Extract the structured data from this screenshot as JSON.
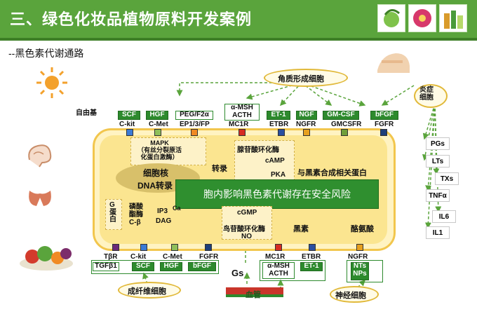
{
  "header": {
    "title": "三、绿色化妆品植物原料开发案例"
  },
  "subtitle": "--黑色素代谢通路",
  "top_cell": "角质形成细胞",
  "free_radical": "自由基",
  "inflammation": "炎症\n细胞",
  "top_ligands": [
    "SCF",
    "HGF",
    "PEG/F2α",
    "α-MSH\nACTH",
    "ET-1",
    "NGF",
    "GM-CSF",
    "bFGF"
  ],
  "top_receptors": [
    "C-kit",
    "C-Met",
    "EP1/3/FP",
    "MC1R",
    "ETBR",
    "NGFR",
    "GMCSFR",
    "FGFR"
  ],
  "cell": {
    "mapk": "MAPK\n（有丝分裂原活\n化蛋白激酶）",
    "nucleus": "细胞核",
    "dna": "DNA转录",
    "transcription": "转录",
    "adenylate": "腺苷酸环化酶",
    "camp": "cAMP",
    "pka": "PKA",
    "melanin_protein": "与黑素合成相关蛋白",
    "banner": "胞内影响黑色素代谢存在安全风险",
    "g_protein": "G\n蛋\n白",
    "phospholipase": "磷酸\n酯酶\nC-β",
    "ip3": "IP3",
    "ca": "Ca",
    "dag": "DAG",
    "cgmp": "cGMP",
    "guanylate": "鸟苷酸环化酶",
    "no": "NO",
    "melanin": "黑素",
    "tyrosine": "酪氨酸"
  },
  "bottom_receptors": [
    "TβR",
    "C-kit",
    "C-Met",
    "FGFR",
    "MC1R",
    "ETBR",
    "NGFR"
  ],
  "bottom_ligands": [
    "TGFβ1",
    "SCF",
    "HGF",
    "bFGF",
    "α-MSH\nACTH",
    "ET-1",
    "NTs\nNPs"
  ],
  "gs": "Gs",
  "fibroblast": "成纤维细胞",
  "blood_vessel": "血管",
  "nerve_cell": "神经细胞",
  "inflammatory_factors": [
    "PGs",
    "LTs",
    "TXs",
    "TNFα",
    "IL6",
    "IL1"
  ],
  "colors": {
    "green": "#2d8a2d",
    "header": "#5aa43c",
    "membrane": "#f2c64d"
  }
}
